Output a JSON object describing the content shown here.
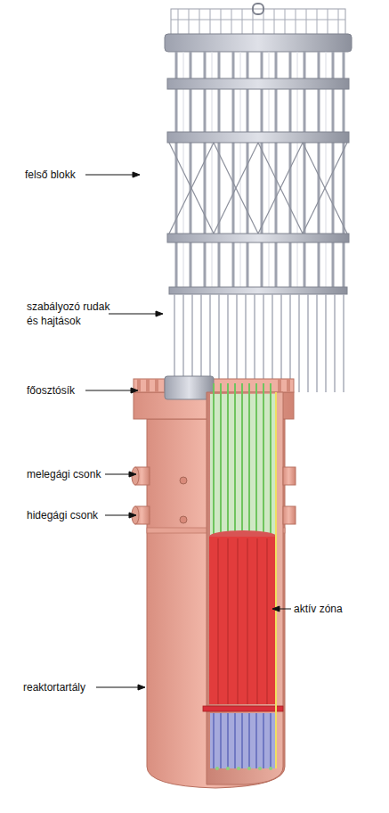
{
  "diagram": {
    "labels": [
      "felső blokk",
      "szabályozó rudak és hajtások",
      "főosztósík",
      "melegági csonk",
      "hidegági csonk",
      "aktív zóna",
      "reaktortartály"
    ]
  }
}
